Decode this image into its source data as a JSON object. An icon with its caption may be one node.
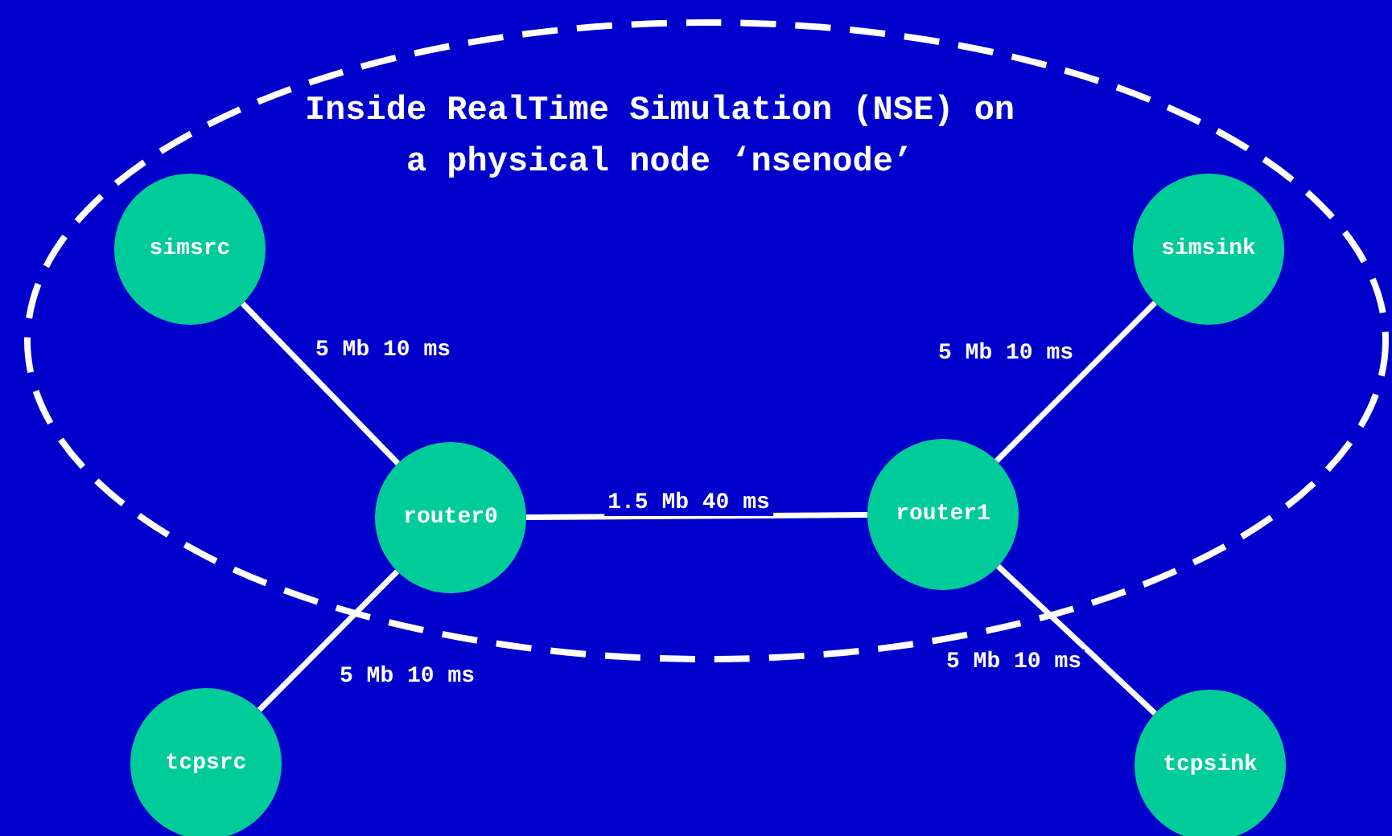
{
  "diagram": {
    "nodes": [
      {
        "text": [
          "Inside RealTime Simulation (NSE) on a physical node ‘nsenode’"
        ]
      },
      {
        "text": [
          "simsrc"
        ],
        "in": 0
      },
      {
        "text": [
          "simsink"
        ],
        "in": 0
      },
      {
        "text": [
          "router0"
        ],
        "in": 0
      },
      {
        "text": [
          "router1"
        ],
        "in": 0
      },
      {
        "text": [
          "tcpsrc"
        ]
      },
      {
        "text": [
          "tcpsink"
        ]
      }
    ],
    "edges": [
      {
        "from": 1,
        "to": 3,
        "arrow": "none",
        "label": "5 Mb 10 ms"
      },
      {
        "from": 3,
        "to": 4,
        "arrow": "none",
        "label": "1.5 Mb 40 ms"
      },
      {
        "from": 4,
        "to": 2,
        "arrow": "none",
        "label": "5 Mb 10 ms"
      },
      {
        "from": 5,
        "to": 3,
        "arrow": "none",
        "label": "5 Mb 10 ms"
      },
      {
        "from": 4,
        "to": 6,
        "arrow": "none",
        "label": "5 Mb 10 ms"
      }
    ]
  }
}
